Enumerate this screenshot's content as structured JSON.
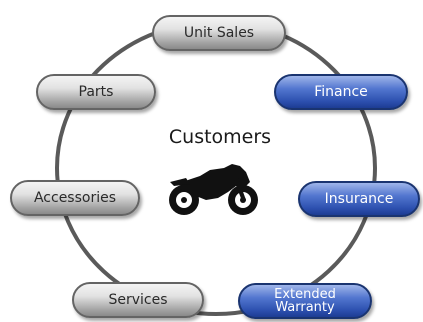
{
  "center": {
    "title": "Customers",
    "icon": "motorcycle-icon"
  },
  "nodes": [
    {
      "id": "unit-sales",
      "label": "Unit Sales",
      "style": "gray"
    },
    {
      "id": "parts",
      "label": "Parts",
      "style": "gray"
    },
    {
      "id": "finance",
      "label": "Finance",
      "style": "blue"
    },
    {
      "id": "accessories",
      "label": "Accessories",
      "style": "gray"
    },
    {
      "id": "insurance",
      "label": "Insurance",
      "style": "blue"
    },
    {
      "id": "services",
      "label": "Services",
      "style": "gray"
    },
    {
      "id": "extended-warranty",
      "label": "Extended Warranty",
      "label_lines": [
        "Extended",
        "Warranty"
      ],
      "style": "blue"
    }
  ],
  "colors": {
    "ring": "#5a5a5a",
    "gray_node": "#bdbdbd",
    "blue_node": "#3a5fbf",
    "motorcycle": "#111111"
  }
}
